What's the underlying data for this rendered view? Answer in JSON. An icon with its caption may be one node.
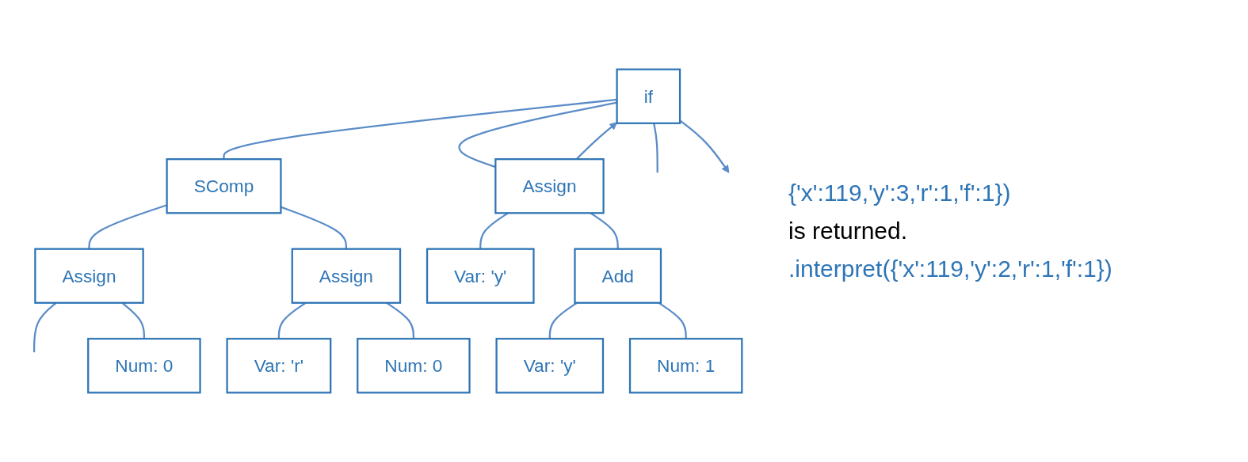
{
  "diagram": {
    "nodes": [
      {
        "text": [
          "if"
        ]
      },
      {
        "text": [
          "SComp"
        ]
      },
      {
        "text": [
          "Assign"
        ]
      },
      {
        "text": [
          "Assign"
        ]
      },
      {
        "text": [
          "Assign"
        ]
      },
      {
        "text": [
          "Var: 'y'"
        ]
      },
      {
        "text": [
          "Add"
        ]
      },
      {
        "text": [
          "Num: 0"
        ]
      },
      {
        "text": [
          "Var: 'r'"
        ]
      },
      {
        "text": [
          "Num: 0"
        ]
      },
      {
        "text": [
          "Var: 'y'"
        ]
      },
      {
        "text": [
          "Num: 1"
        ]
      }
    ],
    "edges": [
      {
        "from": 0,
        "to": null,
        "arrow": "none"
      },
      {
        "from": 0,
        "to": 1,
        "arrow": "none"
      },
      {
        "from": 0,
        "to": 2,
        "arrow": "none"
      },
      {
        "from": 1,
        "to": 3,
        "arrow": "none"
      },
      {
        "from": 1,
        "to": 4,
        "arrow": "none"
      },
      {
        "from": 3,
        "to": null,
        "arrow": "none"
      },
      {
        "from": 3,
        "to": 7,
        "arrow": "none"
      },
      {
        "from": 4,
        "to": 8,
        "arrow": "none"
      },
      {
        "from": 4,
        "to": 9,
        "arrow": "none"
      },
      {
        "from": 2,
        "to": 5,
        "arrow": "none"
      },
      {
        "from": 2,
        "to": 6,
        "arrow": "none"
      },
      {
        "from": 6,
        "to": 10,
        "arrow": "none"
      },
      {
        "from": 6,
        "to": 11,
        "arrow": "none"
      },
      {
        "from": 0,
        "to": null,
        "arrow": "to"
      },
      {
        "from": 2,
        "to": 0,
        "arrow": "to"
      }
    ],
    "labels": [
      "{'x':119,'y':3,'r':1,'f':1})",
      "is returned.",
      ".interpret({'x':119,'y':2,'r':1,'f':1})"
    ]
  }
}
